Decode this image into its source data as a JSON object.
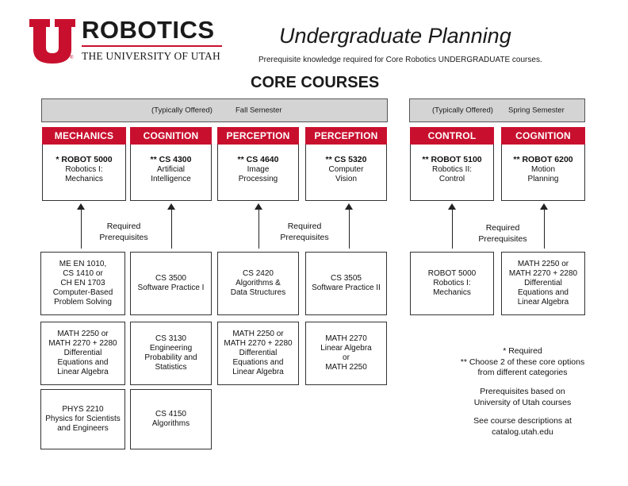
{
  "header": {
    "logo_mark": "U",
    "logo_title": "ROBOTICS",
    "logo_subtitle": "THE UNIVERSITY OF UTAH",
    "logo_registered": "®",
    "title": "Undergraduate Planning",
    "subtitle": "Prerequisite knowledge required for Core Robotics UNDERGRADUATE courses.",
    "section_title": "CORE COURSES"
  },
  "colors": {
    "accent_red": "#c8102e",
    "bar_gray": "#d4d4d4"
  },
  "fall": {
    "offered": "(Typically Offered)",
    "semester": "Fall Semester",
    "courses": [
      {
        "category": "MECHANICS",
        "code": "* ROBOT 5000",
        "name": "Robotics I:\nMechanics"
      },
      {
        "category": "COGNITION",
        "code": "** CS 4300",
        "name": "Artificial\nIntelligence"
      },
      {
        "category": "PERCEPTION",
        "code": "** CS 4640",
        "name": "Image\nProcessing"
      },
      {
        "category": "PERCEPTION",
        "code": "** CS 5320",
        "name": "Computer\nVision"
      }
    ],
    "req_left": "Required\nPrerequisites",
    "req_right": "Required\nPrerequisites",
    "prereqs": {
      "col1": [
        "ME EN 1010,\nCS 1410 or\nCH EN 1703\nComputer-Based\nProblem Solving",
        "MATH 2250 or\nMATH 2270 + 2280\nDifferential\nEquations and\nLinear Algebra",
        "PHYS 2210\nPhysics for Scientists\nand Engineers"
      ],
      "col2": [
        "CS 3500\nSoftware Practice I",
        "CS 3130\nEngineering\nProbability and\nStatistics",
        "CS 4150\nAlgorithms"
      ],
      "col3": [
        "CS 2420\nAlgorithms &\nData Structures",
        "MATH 2250 or\nMATH 2270 + 2280\nDifferential\nEquations and\nLinear Algebra"
      ],
      "col4": [
        "CS 3505\nSoftware Practice II",
        "MATH 2270\nLinear Algebra\nor\nMATH 2250"
      ]
    }
  },
  "spring": {
    "offered": "(Typically Offered)",
    "semester": "Spring Semester",
    "courses": [
      {
        "category": "CONTROL",
        "code": "** ROBOT 5100",
        "name": "Robotics II:\nControl"
      },
      {
        "category": "COGNITION",
        "code": "** ROBOT 6200",
        "name": "Motion\nPlanning"
      }
    ],
    "req_label": "Required\nPrerequisites",
    "prereqs": [
      "ROBOT 5000\nRobotics I:\nMechanics",
      "MATH 2250 or\nMATH 2270 + 2280\nDifferential\nEquations and\nLinear Algebra"
    ]
  },
  "notes": {
    "required": "* Required",
    "choose": "** Choose 2 of these core options\nfrom different categories",
    "based": "Prerequisites based on\nUniversity of Utah courses",
    "see": "See course descriptions at\ncatalog.utah.edu"
  }
}
